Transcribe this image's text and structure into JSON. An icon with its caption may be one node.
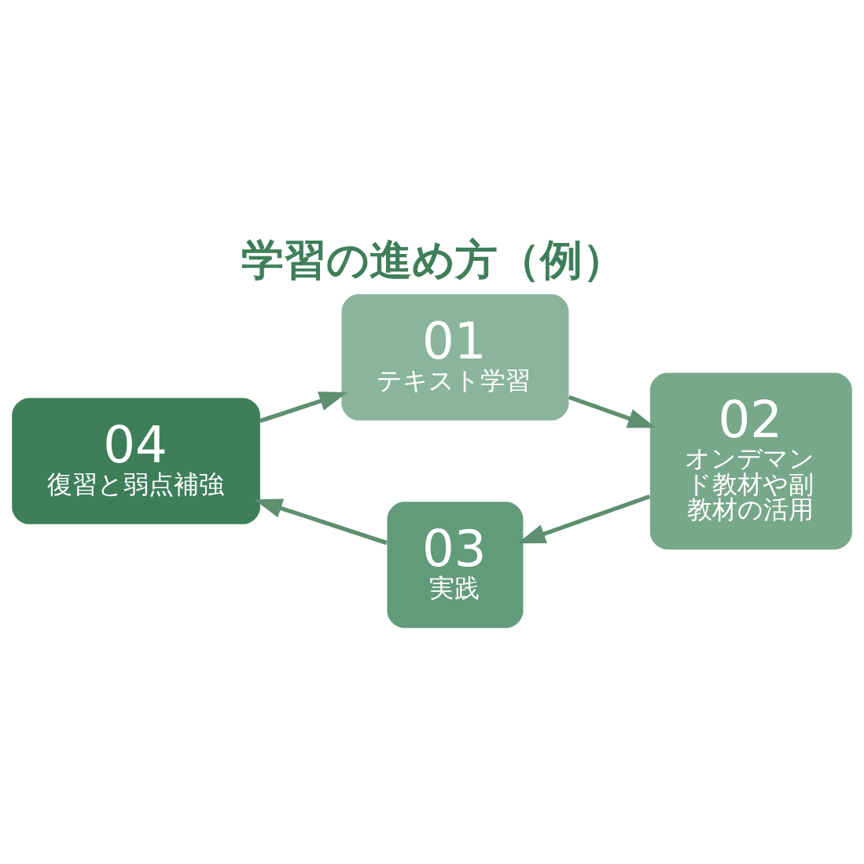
{
  "diagram": {
    "title": "学習の進め方（例）",
    "nodes": [
      {
        "text": [
          "01",
          "テキスト学習"
        ]
      },
      {
        "text": [
          "02",
          "オンデマンド教材や副教材の活用"
        ]
      },
      {
        "text": [
          "03",
          "実践"
        ]
      },
      {
        "text": [
          "04",
          "復習と弱点補強"
        ]
      }
    ],
    "edges": [
      {
        "from": 0,
        "to": 1,
        "arrow": "to"
      },
      {
        "from": 1,
        "to": 2,
        "arrow": "to"
      },
      {
        "from": 2,
        "to": 3,
        "arrow": "to"
      },
      {
        "from": 3,
        "to": 0,
        "arrow": "to"
      }
    ]
  }
}
